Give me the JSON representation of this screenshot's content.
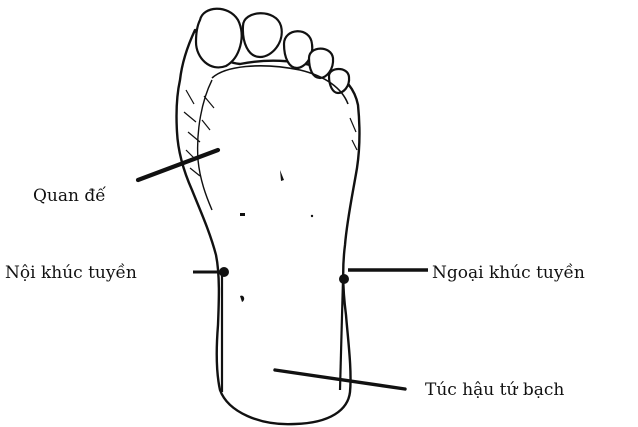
{
  "labels": {
    "quan_de": "Quan đế",
    "noi_khuc_tuyen": "Nội khúc tuyền",
    "ngoai_khuc_tuyen": "Ngoại khúc tuyền",
    "tuc_hau_tu_bach": "Túc hậu tứ bạch"
  },
  "colors": {
    "ink": "#111111",
    "background": "#ffffff"
  }
}
